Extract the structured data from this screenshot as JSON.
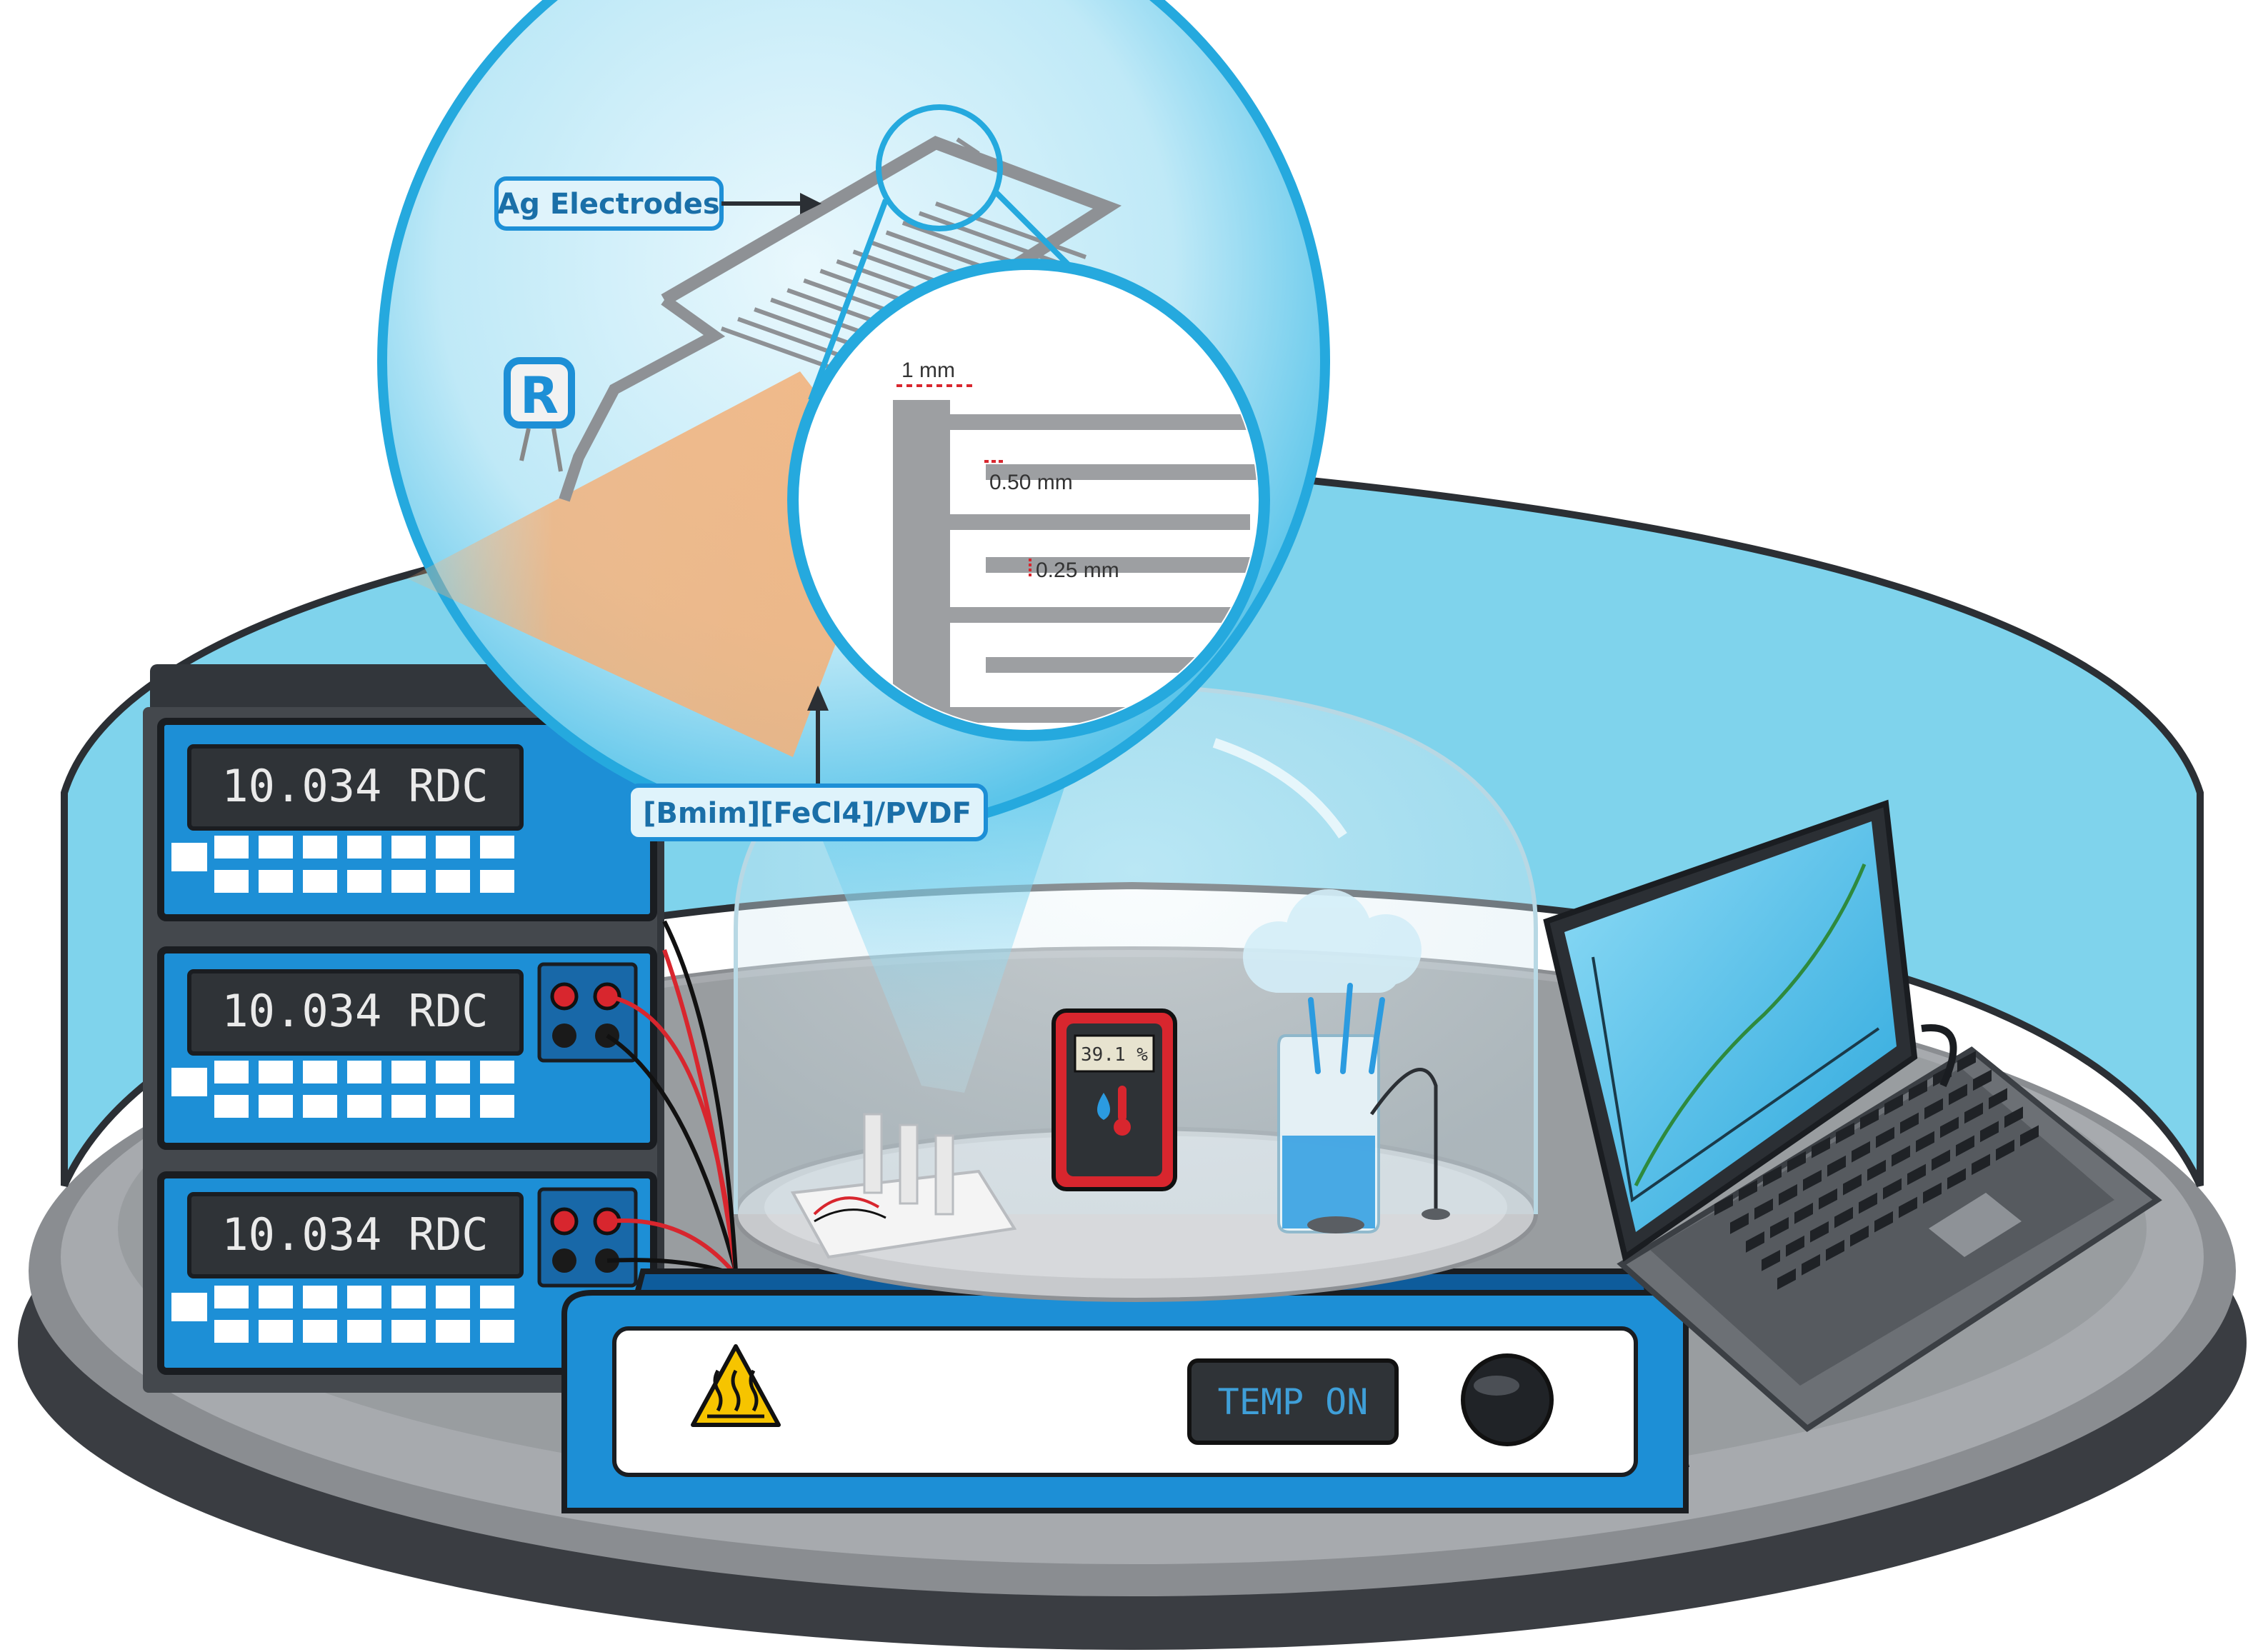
{
  "callouts": {
    "electrodes": "Ag Electrodes",
    "film": "[Bmim][FeCl4]/PVDF",
    "resistor_symbol": "R"
  },
  "dimensions": {
    "finger_width": "1 mm",
    "gap": "0.50 mm",
    "finger_spacing": "0.25 mm"
  },
  "meters": [
    {
      "display": "10.034 RDC"
    },
    {
      "display": "10.034 RDC"
    },
    {
      "display": "10.034 RDC"
    }
  ],
  "hotplate": {
    "display": "TEMP ON"
  },
  "hygrometer": {
    "reading": "39.1 %"
  },
  "colors": {
    "accent_blue": "#1d8fd6",
    "cyan_wall": "#7fd3ec",
    "platform_gray": "#8a8d91",
    "lcd_bg": "#2f3337",
    "film_orange": "#f2b27c",
    "probe_red": "#d8262e"
  },
  "icons": [
    "hot-surface-warning-icon",
    "resistor-icon",
    "droplet-icon",
    "thermometer-icon"
  ]
}
